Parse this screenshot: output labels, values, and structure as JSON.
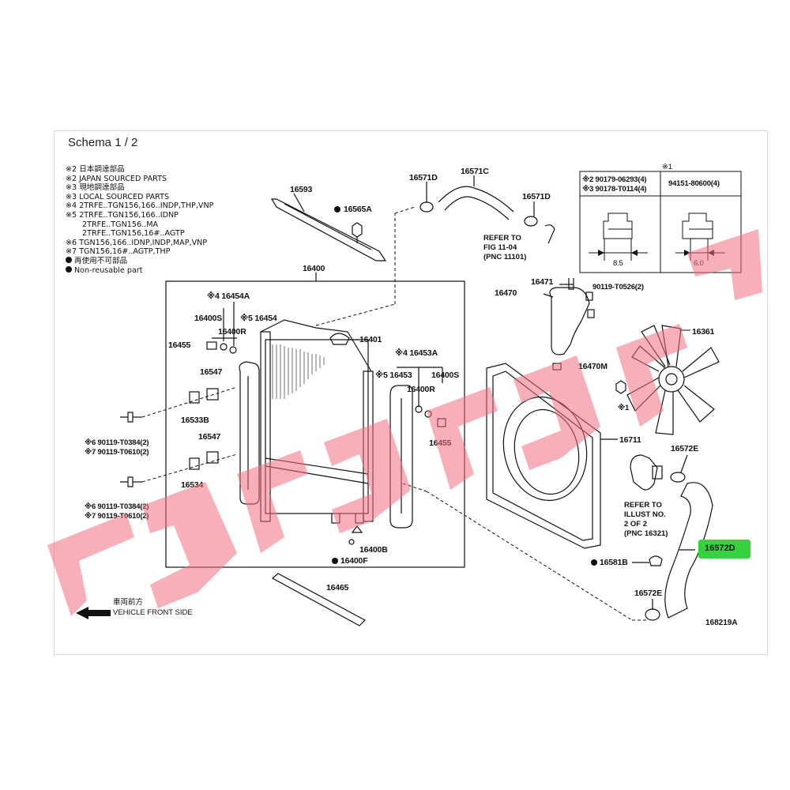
{
  "title": "Schema 1 / 2",
  "notes": [
    "※2 日本調達部品",
    "※2 JAPAN SOURCED PARTS",
    "※3 現地調達部品",
    "※3 LOCAL SOURCED PARTS",
    "※4 2TRFE..TGN156,166..INDP,THP,VNP",
    "※5 2TRFE..TGN156,166..IDNP",
    "2TRFE..TGN156..MA",
    "2TRFE..TGN156,16#..AGTP",
    "※6 TGN156,166..IDNP,INDP,MAP,VNP",
    "※7 TGN156,16#..AGTP,THP"
  ],
  "legend": {
    "non_reusable_jp": "再使用不可部品",
    "non_reusable_en": "Non-reusable part"
  },
  "labels": {
    "p16593": "16593",
    "p16565A": "16565A",
    "p16571D_a": "16571D",
    "p16571C": "16571C",
    "p16571D_b": "16571D",
    "p16400": "16400",
    "p16454A": "※4 16454A",
    "p16400S_a": "16400S",
    "p16454": "※5 16454",
    "p16400R_a": "16400R",
    "p16455_a": "16455",
    "p16547_a": "16547",
    "p16533B": "16533B",
    "p16547_b": "16547",
    "p16534": "16534",
    "p16401": "16401",
    "p16453A": "※4 16453A",
    "p16453": "※5 16453",
    "p16400S_b": "16400S",
    "p16400R_b": "16400R",
    "p16455_b": "16455",
    "p16400B": "16400B",
    "p16400F": "16400F",
    "p16465": "16465",
    "p16470": "16470",
    "p16471": "16471",
    "p90119_T0526": "90119-T0526(2)",
    "p16470M": "16470M",
    "p16361": "16361",
    "p16711": "16711",
    "p16572E_a": "16572E",
    "p16581B": "16581B",
    "p16572E_b": "16572E",
    "p16572D": "16572D",
    "x1_small": "※1",
    "bolt_a1": "※6 90119-T0384(2)",
    "bolt_a2": "※7 90119-T0610(2)",
    "bolt_b1": "※6 90119-T0384(2)",
    "bolt_b2": "※7 90119-T0610(2)"
  },
  "refer_fig": [
    "REFER TO",
    "FIG 11-04",
    "(PNC 11101)"
  ],
  "refer_illust": [
    "REFER TO",
    "ILLUST NO.",
    "2 OF 2",
    "(PNC 16321)"
  ],
  "vehicle_front_jp": "車両前方",
  "vehicle_front_en": "VEHICLE FRONT SIDE",
  "figure_id": "168219A",
  "inset": {
    "marker": "※1",
    "left_line1": "※2 90179-06293(4)",
    "left_line2": "※3 90178-T0114(4)",
    "right_line": "94151-80600(4)",
    "dim_left": "8.5",
    "dim_right": "6.0"
  },
  "colors": {
    "highlight": "#34d23c",
    "watermark": "#f07080"
  }
}
